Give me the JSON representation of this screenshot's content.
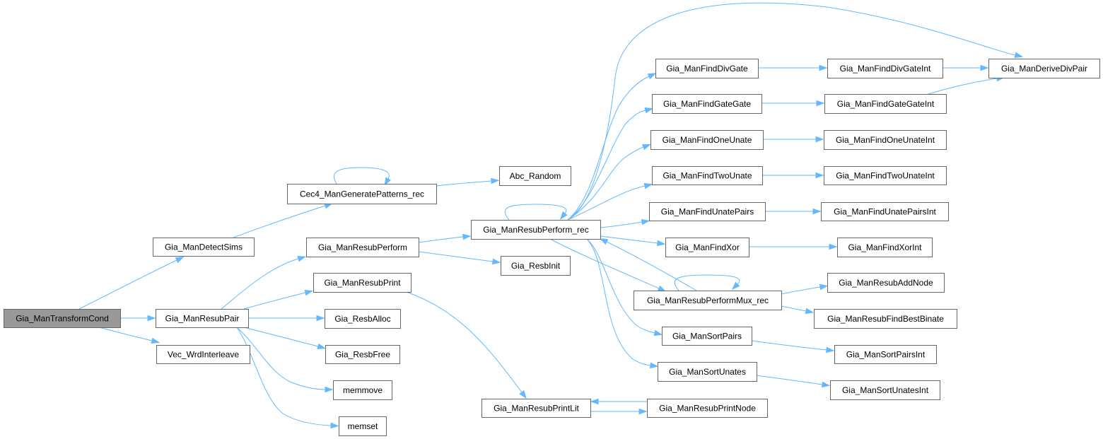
{
  "diagram": {
    "title": "Call graph of Gia_ManTransformCond",
    "edge_color": "#63b8ff",
    "root_color": "#999999",
    "nodes": [
      {
        "id": "transform",
        "label": "Gia_ManTransformCond",
        "root": true
      },
      {
        "id": "detectsims",
        "label": "Gia_ManDetectSims"
      },
      {
        "id": "resubpair",
        "label": "Gia_ManResubPair"
      },
      {
        "id": "vecwrd",
        "label": "Vec_WrdInterleave"
      },
      {
        "id": "cec4",
        "label": "Cec4_ManGeneratePatterns_rec"
      },
      {
        "id": "abcrandom",
        "label": "Abc_Random"
      },
      {
        "id": "resubperform",
        "label": "Gia_ManResubPerform"
      },
      {
        "id": "resubprint",
        "label": "Gia_ManResubPrint"
      },
      {
        "id": "resballoc",
        "label": "Gia_ResbAlloc"
      },
      {
        "id": "resbfree",
        "label": "Gia_ResbFree"
      },
      {
        "id": "memmove",
        "label": "memmove"
      },
      {
        "id": "memset",
        "label": "memset"
      },
      {
        "id": "performrec",
        "label": "Gia_ManResubPerform_rec"
      },
      {
        "id": "resbinit",
        "label": "Gia_ResbInit"
      },
      {
        "id": "printlit",
        "label": "Gia_ManResubPrintLit"
      },
      {
        "id": "printnode",
        "label": "Gia_ManResubPrintNode"
      },
      {
        "id": "finddivgate",
        "label": "Gia_ManFindDivGate"
      },
      {
        "id": "findgategate",
        "label": "Gia_ManFindGateGate"
      },
      {
        "id": "findoneunate",
        "label": "Gia_ManFindOneUnate"
      },
      {
        "id": "findtwounate",
        "label": "Gia_ManFindTwoUnate"
      },
      {
        "id": "findunatepairs",
        "label": "Gia_ManFindUnatePairs"
      },
      {
        "id": "findxor",
        "label": "Gia_ManFindXor"
      },
      {
        "id": "performmux",
        "label": "Gia_ManResubPerformMux_rec"
      },
      {
        "id": "sortpairs",
        "label": "Gia_ManSortPairs"
      },
      {
        "id": "sortunates",
        "label": "Gia_ManSortUnates"
      },
      {
        "id": "finddivgateint",
        "label": "Gia_ManFindDivGateInt"
      },
      {
        "id": "findgategateint",
        "label": "Gia_ManFindGateGateInt"
      },
      {
        "id": "findoneunateint",
        "label": "Gia_ManFindOneUnateInt"
      },
      {
        "id": "findtwounateint",
        "label": "Gia_ManFindTwoUnateInt"
      },
      {
        "id": "findunatepairsint",
        "label": "Gia_ManFindUnatePairsInt"
      },
      {
        "id": "findxorint",
        "label": "Gia_ManFindXorInt"
      },
      {
        "id": "addnode",
        "label": "Gia_ManResubAddNode"
      },
      {
        "id": "findbestbinate",
        "label": "Gia_ManResubFindBestBinate"
      },
      {
        "id": "sortpairsint",
        "label": "Gia_ManSortPairsInt"
      },
      {
        "id": "sortunatesint",
        "label": "Gia_ManSortUnatesInt"
      },
      {
        "id": "derivedivpair",
        "label": "Gia_ManDeriveDivPair"
      }
    ],
    "edges": [
      {
        "from": "transform",
        "to": "detectsims"
      },
      {
        "from": "transform",
        "to": "resubpair"
      },
      {
        "from": "transform",
        "to": "vecwrd"
      },
      {
        "from": "detectsims",
        "to": "cec4"
      },
      {
        "from": "cec4",
        "to": "cec4"
      },
      {
        "from": "cec4",
        "to": "abcrandom"
      },
      {
        "from": "resubpair",
        "to": "resubperform"
      },
      {
        "from": "resubpair",
        "to": "resubprint"
      },
      {
        "from": "resubpair",
        "to": "resballoc"
      },
      {
        "from": "resubpair",
        "to": "resbfree"
      },
      {
        "from": "resubpair",
        "to": "memmove"
      },
      {
        "from": "resubpair",
        "to": "memset"
      },
      {
        "from": "resubperform",
        "to": "performrec"
      },
      {
        "from": "resubperform",
        "to": "resbinit"
      },
      {
        "from": "resubprint",
        "to": "printlit"
      },
      {
        "from": "printlit",
        "to": "printnode"
      },
      {
        "from": "printnode",
        "to": "printlit"
      },
      {
        "from": "performrec",
        "to": "performrec"
      },
      {
        "from": "performrec",
        "to": "finddivgate"
      },
      {
        "from": "performrec",
        "to": "findgategate"
      },
      {
        "from": "performrec",
        "to": "findoneunate"
      },
      {
        "from": "performrec",
        "to": "findtwounate"
      },
      {
        "from": "performrec",
        "to": "findunatepairs"
      },
      {
        "from": "performrec",
        "to": "findxor"
      },
      {
        "from": "performrec",
        "to": "performmux"
      },
      {
        "from": "performrec",
        "to": "sortpairs"
      },
      {
        "from": "performrec",
        "to": "sortunates"
      },
      {
        "from": "performrec",
        "to": "derivedivpair"
      },
      {
        "from": "performmux",
        "to": "performmux"
      },
      {
        "from": "performmux",
        "to": "performrec"
      },
      {
        "from": "performmux",
        "to": "addnode"
      },
      {
        "from": "performmux",
        "to": "findbestbinate"
      },
      {
        "from": "finddivgate",
        "to": "finddivgateint"
      },
      {
        "from": "finddivgateint",
        "to": "derivedivpair"
      },
      {
        "from": "findgategate",
        "to": "findgategateint"
      },
      {
        "from": "findgategateint",
        "to": "derivedivpair"
      },
      {
        "from": "findoneunate",
        "to": "findoneunateint"
      },
      {
        "from": "findtwounate",
        "to": "findtwounateint"
      },
      {
        "from": "findunatepairs",
        "to": "findunatepairsint"
      },
      {
        "from": "findxor",
        "to": "findxorint"
      },
      {
        "from": "sortpairs",
        "to": "sortpairsint"
      },
      {
        "from": "sortunates",
        "to": "sortunatesint"
      }
    ]
  }
}
